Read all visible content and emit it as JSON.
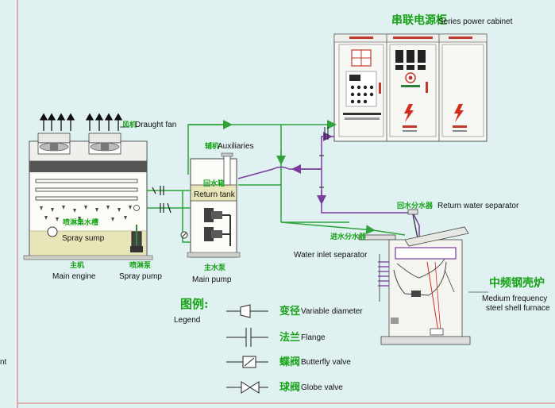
{
  "labels": {
    "cabinet_cn": "串联电源柜",
    "cabinet_en": "Series power cabinet",
    "draught_fan_cn": "风机",
    "draught_fan_en": "Draught fan",
    "auxiliaries_cn": "辅机",
    "auxiliaries_en": "Auxiliaries",
    "return_tank_cn": "回水箱",
    "return_tank_en": "Return tank",
    "spray_sump_cn": "喷淋集水槽",
    "spray_sump_en": "Spray sump",
    "main_engine_cn": "主机",
    "main_engine_en": "Main engine",
    "spray_pump_cn": "喷淋泵",
    "spray_pump_en": "Spray pump",
    "main_pump_cn": "主水泵",
    "main_pump_en": "Main pump",
    "return_sep_cn": "回水分水器",
    "return_sep_en": "Return water separator",
    "inlet_sep_cn": "进水分水器",
    "inlet_sep_en": "Water inlet separator",
    "furnace_cn": "中频钢壳炉",
    "furnace_en_1": "Medium frequency",
    "furnace_en_2": "steel shell furnace",
    "left_edge_text": "nt"
  },
  "legend": {
    "title_cn": "图例:",
    "title_en": "Legend",
    "items": [
      {
        "cn": "变径",
        "en": "Variable diameter"
      },
      {
        "cn": "法兰",
        "en": "Flange"
      },
      {
        "cn": "蝶阀",
        "en": "Butterfly valve"
      },
      {
        "cn": "球阀",
        "en": "Globe valve"
      }
    ]
  },
  "colors": {
    "background": "#dff1f0",
    "pipe_green": "#2fa33a",
    "pipe_purple": "#7a3d9c",
    "water": "#e8e6b8",
    "cabinet": "#f7f7f4",
    "label_green": "#17a317",
    "lightning_red": "#d42b1e"
  }
}
